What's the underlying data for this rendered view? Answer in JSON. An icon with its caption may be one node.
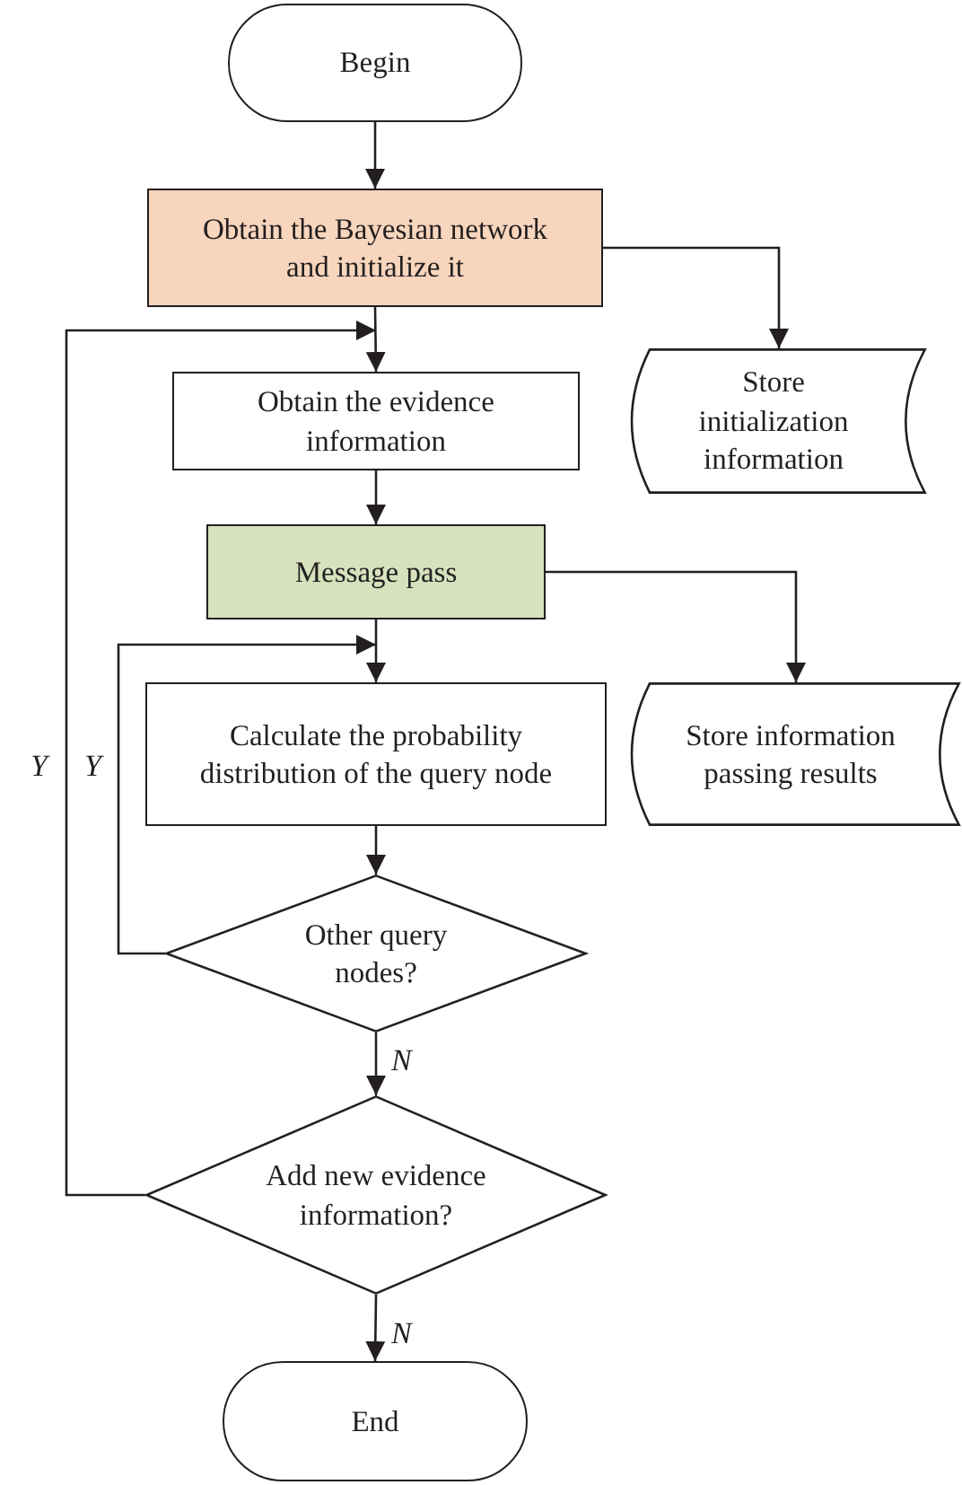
{
  "diagram": {
    "nodes": [
      {
        "text": [
          "Begin"
        ]
      },
      {
        "text": [
          "Obtain the Bayesian network and initialize it"
        ]
      },
      {
        "text": [
          "Obtain the evidence information"
        ]
      },
      {
        "text": [
          "Store initialization information"
        ]
      },
      {
        "text": [
          "Message pass"
        ]
      },
      {
        "text": [
          "Calculate the probability distribution of the query node"
        ]
      },
      {
        "text": [
          "Store information passing results"
        ]
      },
      {
        "text": [
          "Other query nodes?"
        ]
      },
      {
        "text": [
          "Add new evidence information?"
        ]
      },
      {
        "text": [
          "End"
        ]
      }
    ],
    "edges": [
      {
        "from": 0,
        "to": 1,
        "arrow": "to"
      },
      {
        "from": 1,
        "to": 2,
        "arrow": "to"
      },
      {
        "from": 1,
        "to": 3,
        "arrow": "to"
      },
      {
        "from": 2,
        "to": 4,
        "arrow": "to"
      },
      {
        "from": 4,
        "to": 5,
        "arrow": "to"
      },
      {
        "from": 4,
        "to": 6,
        "arrow": "to"
      },
      {
        "from": 5,
        "to": 7,
        "arrow": "to"
      },
      {
        "from": 7,
        "to": 5,
        "arrow": "to",
        "label": "Y"
      },
      {
        "from": 7,
        "to": 8,
        "arrow": "to",
        "label": "N"
      },
      {
        "from": 8,
        "to": 2,
        "arrow": "to",
        "label": "Y"
      },
      {
        "from": 8,
        "to": 9,
        "arrow": "to",
        "label": "N"
      }
    ]
  }
}
